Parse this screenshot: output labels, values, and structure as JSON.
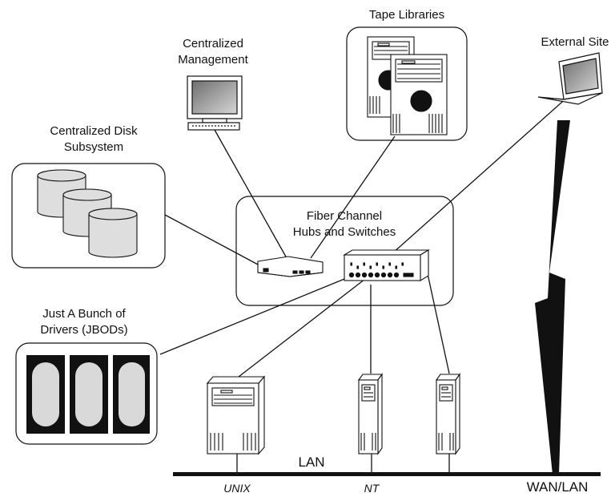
{
  "labels": {
    "tape_libraries": "Tape Libraries",
    "central_mgmt_1": "Centralized",
    "central_mgmt_2": "Management",
    "external_site": "External Site",
    "disk_1": "Centralized Disk",
    "disk_2": "Subsystem",
    "fiber_1": "Fiber Channel",
    "fiber_2": "Hubs and Switches",
    "jbod_1": "Just A Bunch of",
    "jbod_2": "Drivers (JBODs)",
    "lan": "LAN",
    "unix": "UNIX",
    "nt": "NT",
    "wan_lan": "WAN/LAN"
  },
  "icons": [
    "tape-library-icon",
    "monitor-icon",
    "laptop-icon",
    "disk-cylinder-icon",
    "hub-icon",
    "switch-icon",
    "jbod-drive-icon",
    "server-tower-icon",
    "lightning-bolt-icon"
  ],
  "colors": {
    "stroke": "#111111",
    "disk_fill": "#dedede",
    "jbod_fill": "#d9d9d9",
    "jbod_bg": "#111111",
    "screen": "#9a9a9a"
  }
}
